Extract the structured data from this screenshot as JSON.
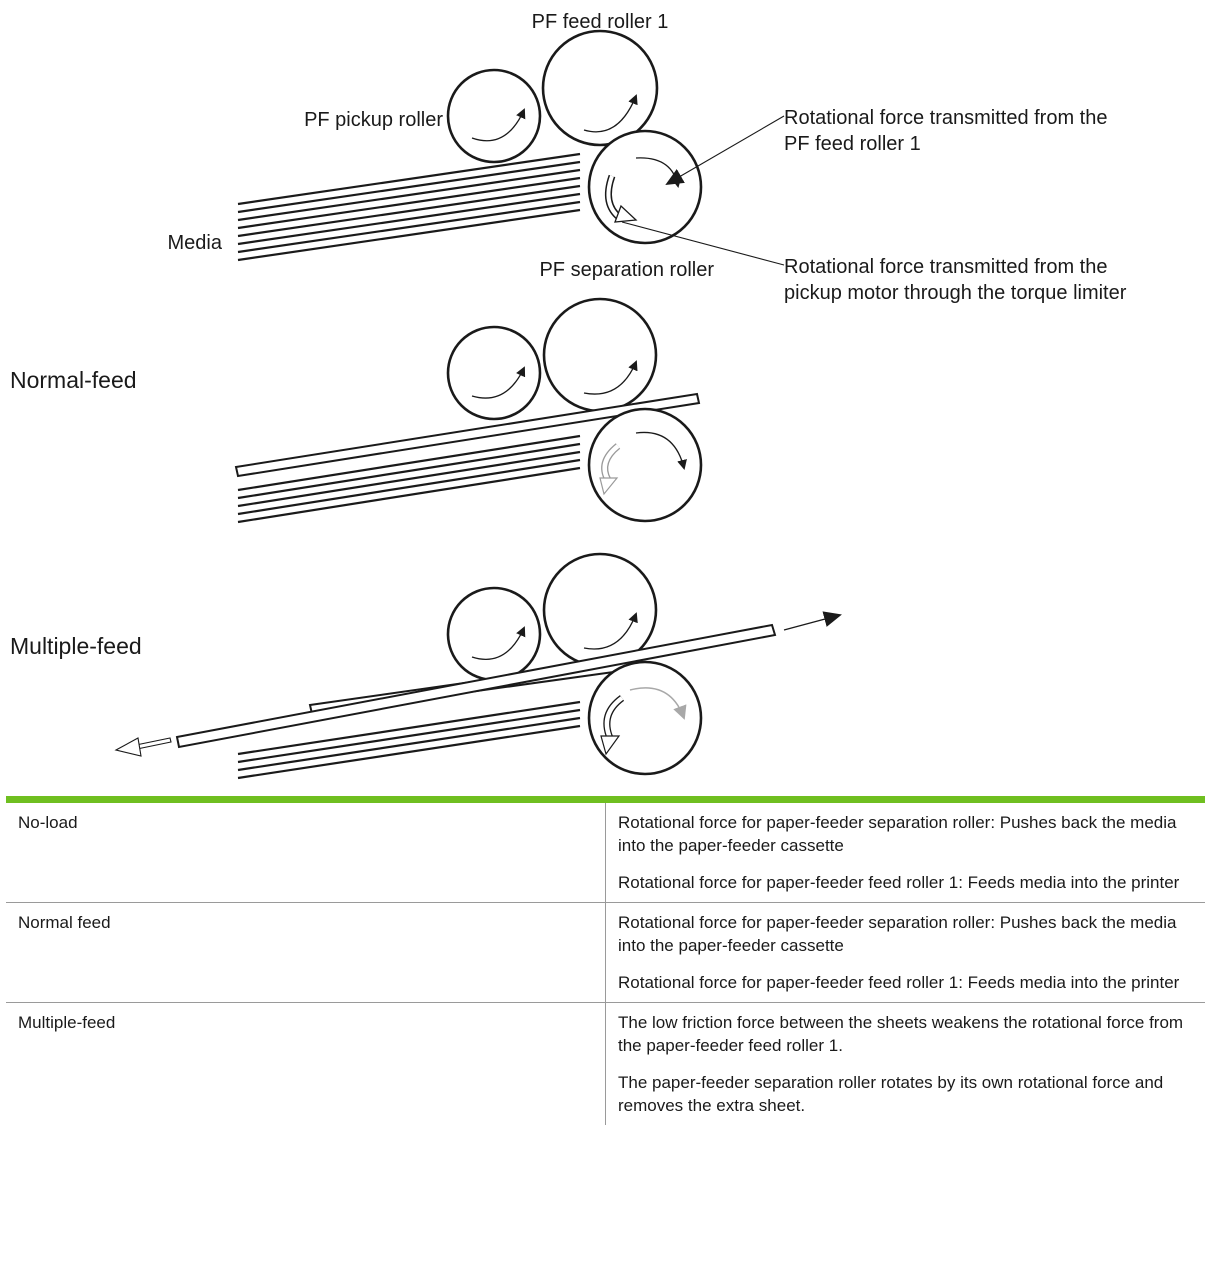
{
  "diagram": {
    "labels": {
      "feed_roller": "PF feed roller 1",
      "pickup_roller": "PF pickup roller",
      "media": "Media",
      "separation_roller": "PF separation roller",
      "force_from_feed": [
        "Rotational force transmitted from the",
        "PF feed roller 1"
      ],
      "force_from_motor": [
        "Rotational force transmitted from the",
        "pickup motor through the torque limiter"
      ]
    },
    "sections": {
      "normal": "Normal-feed",
      "multiple": "Multiple-feed"
    }
  },
  "table": {
    "rows": [
      {
        "condition": "No-load",
        "descriptions": [
          "Rotational force for paper-feeder separation roller: Pushes back the media into the paper-feeder cassette",
          "Rotational force for paper-feeder feed roller 1: Feeds media into the printer"
        ]
      },
      {
        "condition": "Normal feed",
        "descriptions": [
          "Rotational force for paper-feeder separation roller: Pushes back the media into the paper-feeder cassette",
          "Rotational force for paper-feeder feed roller 1: Feeds media into the printer"
        ]
      },
      {
        "condition": "Multiple-feed",
        "descriptions": [
          "The low friction force between the sheets weakens the rotational force from the paper-feeder feed roller 1.",
          "The paper-feeder separation roller rotates by its own rotational force and removes the extra sheet."
        ]
      }
    ]
  },
  "colors": {
    "accent_rule": "#6fbf20",
    "ink": "#1a1a1a",
    "gray_arrow": "#a8a8a8"
  }
}
